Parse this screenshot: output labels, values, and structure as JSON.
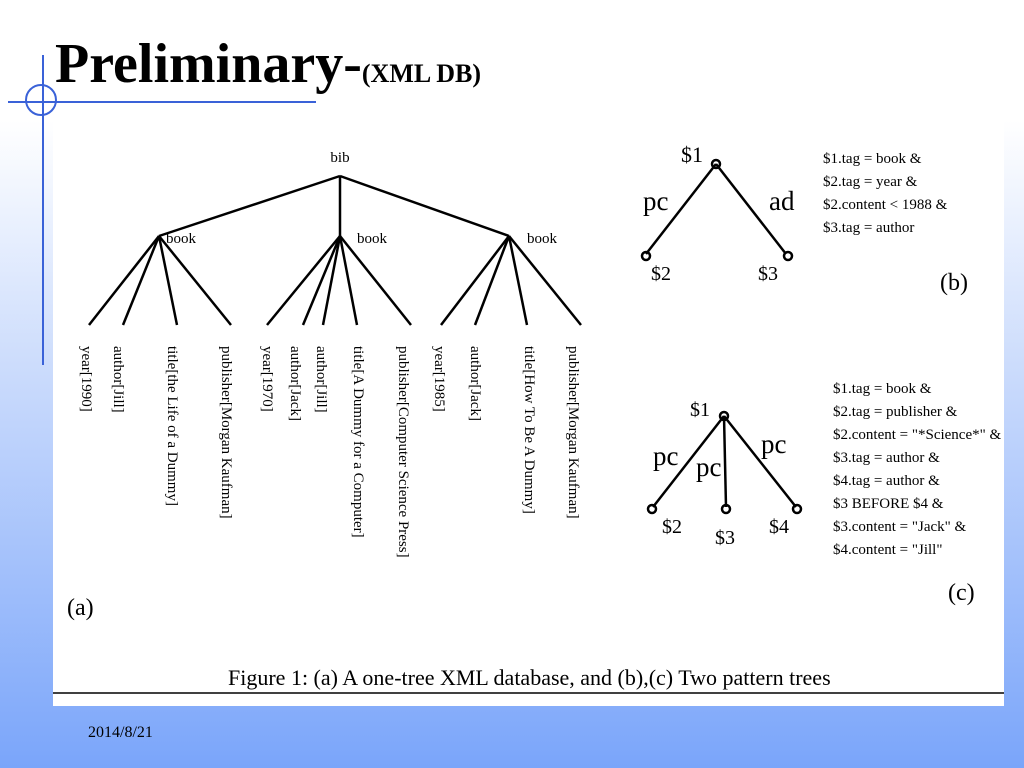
{
  "slide": {
    "title_main": "Preliminary-",
    "title_sub": "(XML DB)",
    "date": "2014/8/21"
  },
  "figure": {
    "tree_a": {
      "root": "bib",
      "book_label": "book",
      "leaves": [
        "year[1990]",
        "author[Jill]",
        "title[the Life of a Dummy]",
        "publisher[Morgan Kaufman]",
        "year[1970]",
        "author[Jack]",
        "author[Jill]",
        "title[A Dummy  for  a Computer]",
        "publisher[Computer Science Press]",
        "year[1985]",
        "author[Jack]",
        "title[How To Be A Dummy]",
        "publisher[Morgan Kaufman]"
      ],
      "panel_label": "(a)"
    },
    "tree_b": {
      "root": "$1",
      "left_node": "$2",
      "right_node": "$3",
      "left_edge": "pc",
      "right_edge": "ad",
      "conditions": [
        "$1.tag = book &",
        "$2.tag = year &",
        "$2.content < 1988 &",
        "$3.tag = author"
      ],
      "panel_label": "(b)"
    },
    "tree_c": {
      "root": "$1",
      "nodes": [
        "$2",
        "$3",
        "$4"
      ],
      "edges": [
        "pc",
        "pc",
        "pc"
      ],
      "conditions": [
        "$1.tag = book &",
        "$2.tag = publisher &",
        "$2.content = \"*Science*\"  &",
        "$3.tag = author &",
        "$4.tag = author &",
        "$3 BEFORE $4 &",
        "$3.content = \"Jack\" &",
        "$4.content = \"Jill\""
      ],
      "panel_label": "(c)"
    },
    "caption": "Figure 1: (a) A one-tree XML database, and (b),(c) Two pattern trees"
  }
}
